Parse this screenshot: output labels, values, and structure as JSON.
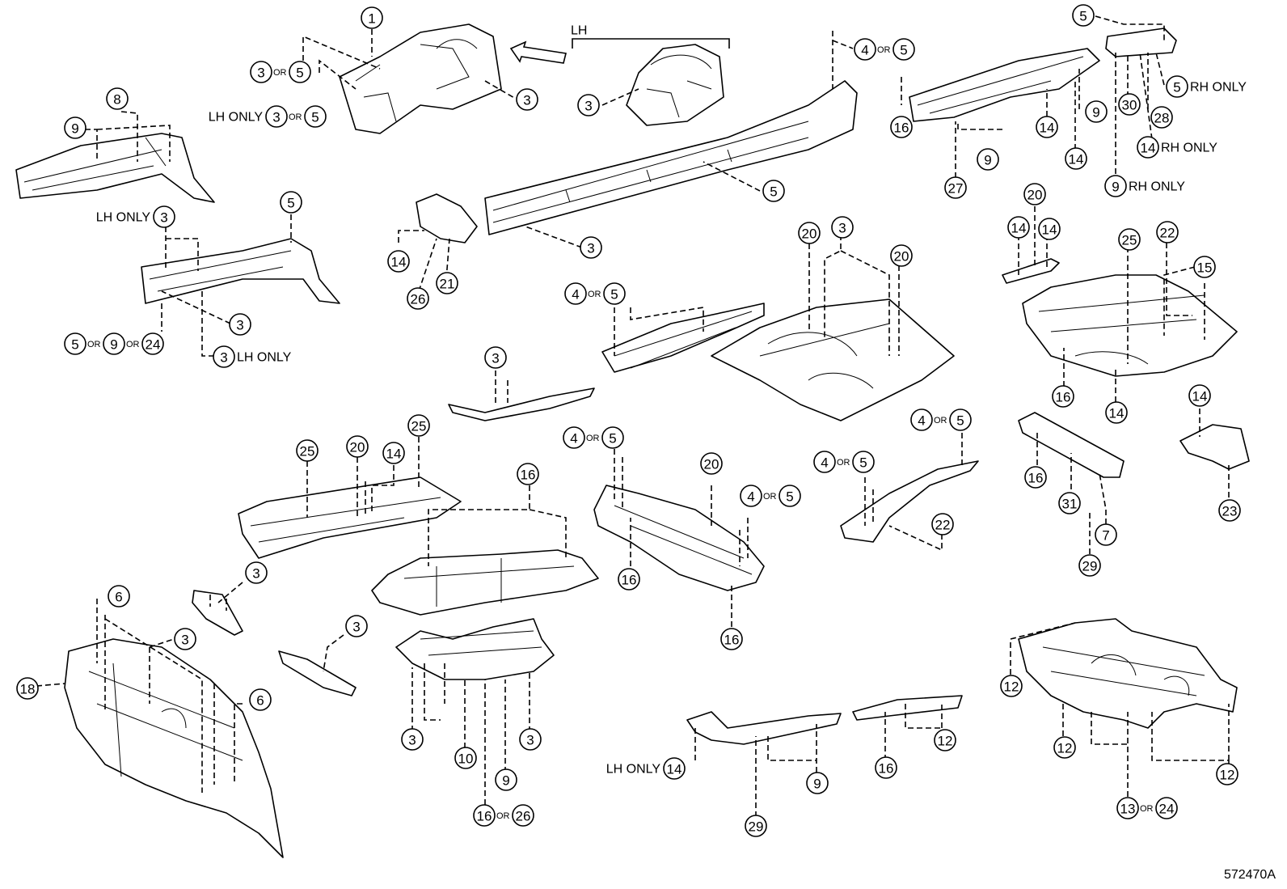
{
  "figure_code": "572470A",
  "or_word": "OR",
  "lh_only": "LH ONLY",
  "rh_only": "RH ONLY",
  "arrow_label": "LH",
  "parts": [
    {
      "key": "p1",
      "text": "1"
    },
    {
      "key": "p3",
      "text": "3"
    },
    {
      "key": "p4",
      "text": "4"
    },
    {
      "key": "p5",
      "text": "5"
    },
    {
      "key": "p6",
      "text": "6"
    },
    {
      "key": "p7",
      "text": "7"
    },
    {
      "key": "p8",
      "text": "8"
    },
    {
      "key": "p9",
      "text": "9"
    },
    {
      "key": "p10",
      "text": "10"
    },
    {
      "key": "p12",
      "text": "12"
    },
    {
      "key": "p13",
      "text": "13"
    },
    {
      "key": "p14",
      "text": "14"
    },
    {
      "key": "p15",
      "text": "15"
    },
    {
      "key": "p16",
      "text": "16"
    },
    {
      "key": "p18",
      "text": "18"
    },
    {
      "key": "p20",
      "text": "20"
    },
    {
      "key": "p21",
      "text": "21"
    },
    {
      "key": "p22",
      "text": "22"
    },
    {
      "key": "p23",
      "text": "23"
    },
    {
      "key": "p24",
      "text": "24"
    },
    {
      "key": "p25",
      "text": "25"
    },
    {
      "key": "p26",
      "text": "26"
    },
    {
      "key": "p27",
      "text": "27"
    },
    {
      "key": "p28",
      "text": "28"
    },
    {
      "key": "p29",
      "text": "29"
    },
    {
      "key": "p30",
      "text": "30"
    },
    {
      "key": "p31",
      "text": "31"
    }
  ]
}
